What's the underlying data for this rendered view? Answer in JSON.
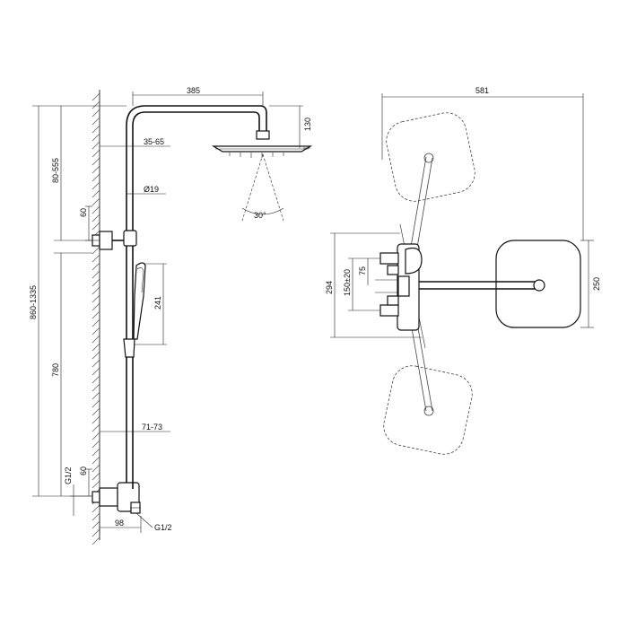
{
  "side_view": {
    "dims": {
      "reach": "385",
      "head_drop": "130",
      "wall_gap": "35-65",
      "pipe_diameter": "Ø19",
      "spray_angle": "30°",
      "upper_bracket": "60",
      "upper_range": "80-555",
      "total_height": "860-1335",
      "hand_shower": "241",
      "lower_height": "780",
      "lower_gap": "71-73",
      "thread_left": "G1/2",
      "lower_bracket": "60",
      "valve_depth": "98",
      "thread_bottom": "G1/2"
    }
  },
  "top_view": {
    "dims": {
      "swing_width": "581",
      "head_size": "250",
      "valve_height": "294",
      "eccentric": "150±20",
      "outlet_offset": "75"
    }
  }
}
